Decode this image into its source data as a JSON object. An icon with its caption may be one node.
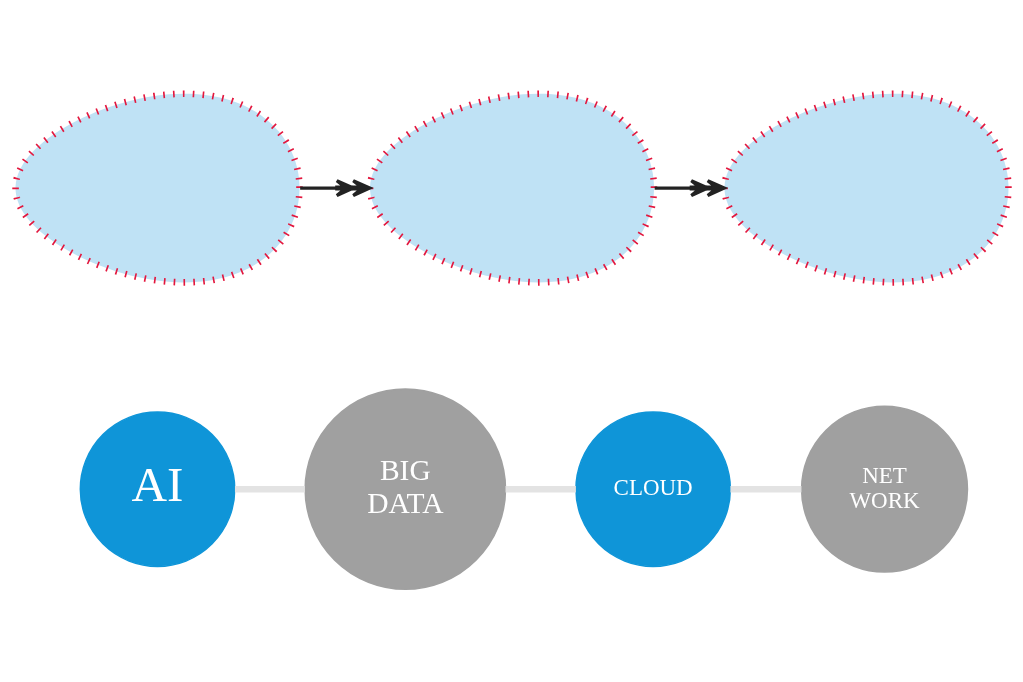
{
  "diagram": {
    "nodes": [
      {
        "text": [],
        "shape": "brain"
      },
      {
        "text": [],
        "shape": "brain"
      },
      {
        "text": [],
        "shape": "brain"
      },
      {
        "text": [
          "AI"
        ]
      },
      {
        "text": [
          "BIG DATA"
        ]
      },
      {
        "text": [
          "CLOUD"
        ]
      },
      {
        "text": [
          "NET WORK"
        ]
      }
    ],
    "edges": [
      {
        "from": 0,
        "to": 1,
        "arrow": "to",
        "color": "#222222"
      },
      {
        "from": 1,
        "to": 2,
        "arrow": "to",
        "color": "#222222"
      },
      {
        "from": 3,
        "to": 4,
        "arrow": "none"
      },
      {
        "from": 4,
        "to": 5,
        "arrow": "none"
      },
      {
        "from": 5,
        "to": 6,
        "arrow": "none"
      }
    ]
  }
}
